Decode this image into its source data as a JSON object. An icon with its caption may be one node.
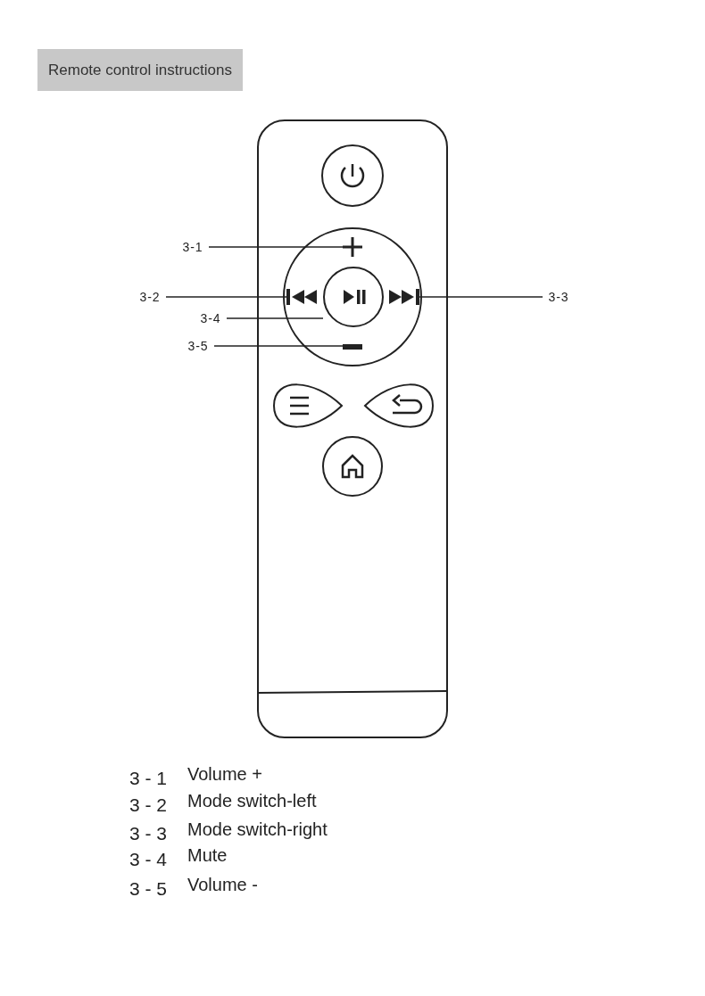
{
  "diagram": {
    "title": "Remote control instructions",
    "nodes": [
      {
        "text": [
          "3-1"
        ]
      },
      {
        "text": [
          "3-2"
        ]
      },
      {
        "text": [
          "3-3"
        ]
      },
      {
        "text": [
          "3-4"
        ]
      },
      {
        "text": [
          "3-5"
        ]
      },
      {
        "text": [],
        "shape": "plus"
      },
      {
        "text": [],
        "shape": "triangle"
      },
      {
        "text": [],
        "shape": "triangle"
      },
      {
        "text": [],
        "shape": "circle"
      },
      {
        "text": [],
        "shape": "bar"
      }
    ],
    "edges": [
      {
        "from": 0,
        "to": 5,
        "arrow": "none"
      },
      {
        "from": 1,
        "to": 6,
        "arrow": "none"
      },
      {
        "from": 2,
        "to": 7,
        "arrow": "none"
      },
      {
        "from": 3,
        "to": 8,
        "arrow": "none"
      },
      {
        "from": 4,
        "to": 9,
        "arrow": "none"
      }
    ],
    "labels": [
      "3 - 1",
      "Volume +",
      "3 - 2",
      "Mode switch-left",
      "3 - 3",
      "Mode switch-right",
      "3 - 4",
      "Mute",
      "3 - 5",
      "Volume -"
    ]
  }
}
